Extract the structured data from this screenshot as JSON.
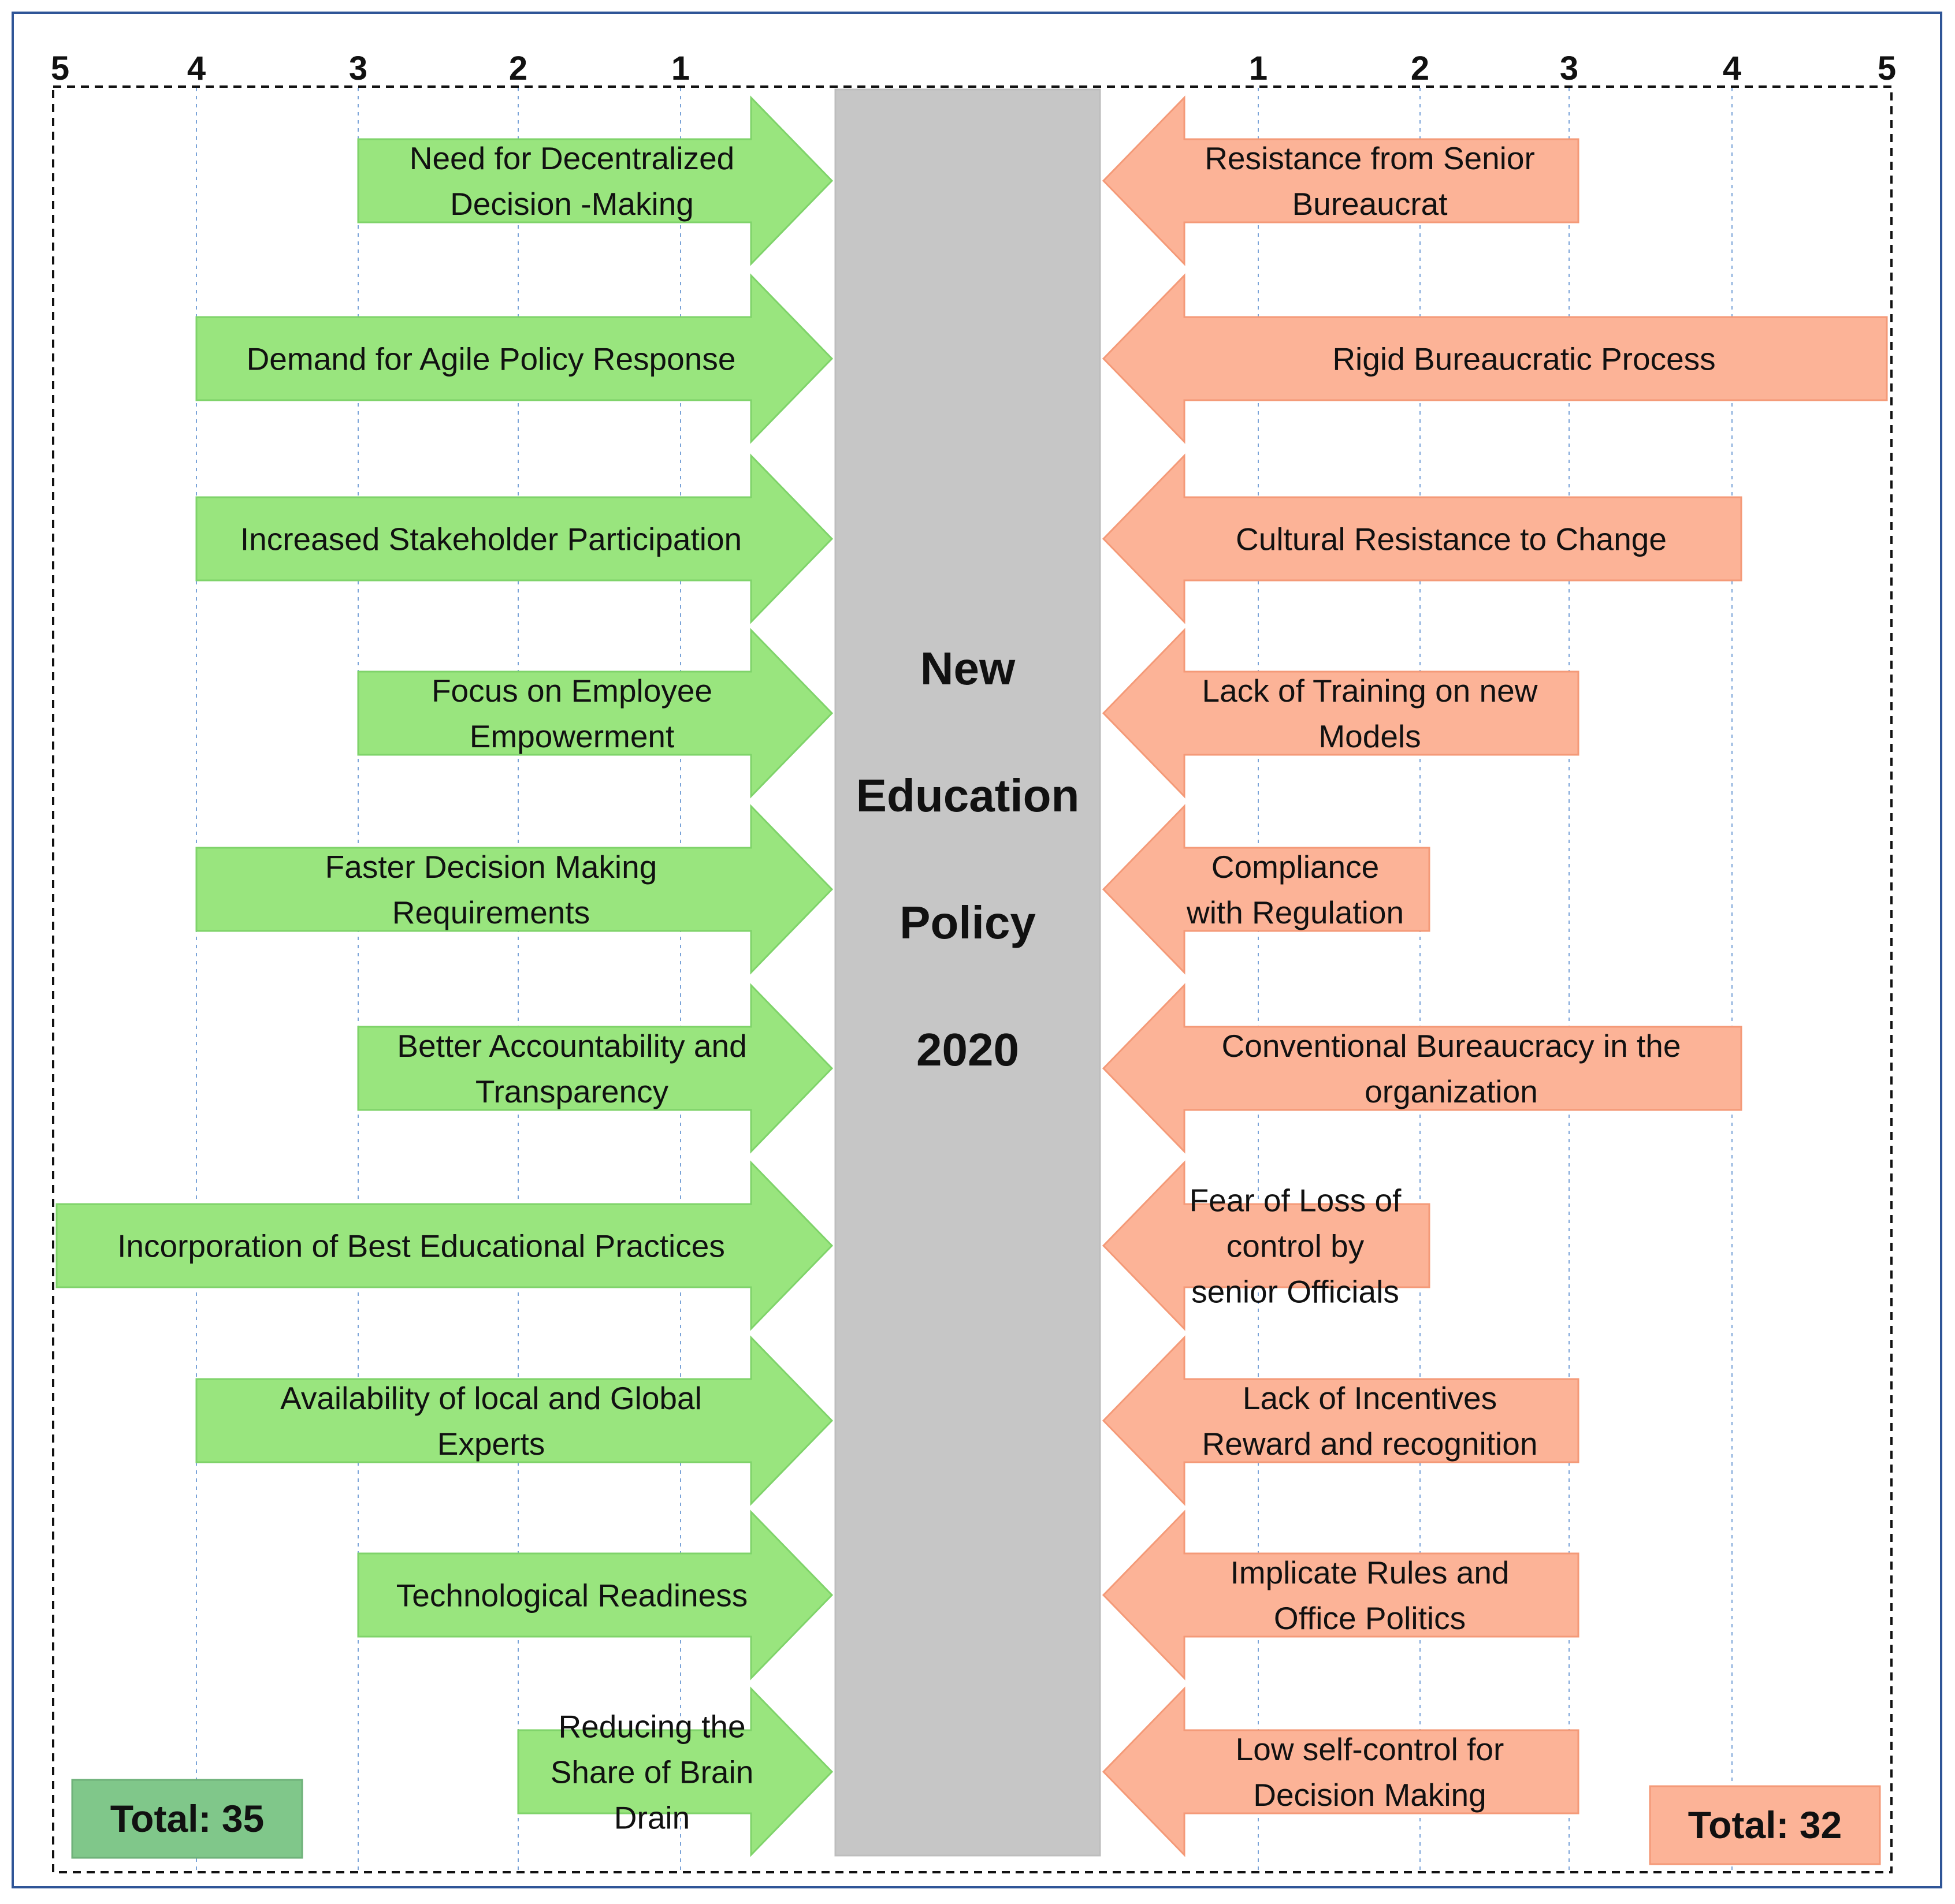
{
  "scale": {
    "left_ticks": [
      "5",
      "4",
      "3",
      "2",
      "1"
    ],
    "right_ticks": [
      "1",
      "2",
      "3",
      "4",
      "5"
    ]
  },
  "center": {
    "lines": [
      "New",
      "Education",
      "Policy",
      "2020"
    ]
  },
  "driving_forces": [
    {
      "score": 3,
      "lines": [
        "Need for Decentralized",
        "Decision -Making"
      ]
    },
    {
      "score": 4,
      "lines": [
        "Demand for Agile Policy Response"
      ]
    },
    {
      "score": 4,
      "lines": [
        "Increased Stakeholder Participation"
      ]
    },
    {
      "score": 3,
      "lines": [
        "Focus on Employee",
        "Empowerment"
      ]
    },
    {
      "score": 4,
      "lines": [
        "Faster Decision Making",
        "Requirements"
      ]
    },
    {
      "score": 3,
      "lines": [
        "Better Accountability and",
        "Transparency"
      ]
    },
    {
      "score": 5,
      "lines": [
        "Incorporation of Best Educational Practices"
      ]
    },
    {
      "score": 4,
      "lines": [
        "Availability of local and Global",
        "Experts"
      ]
    },
    {
      "score": 3,
      "lines": [
        "Technological Readiness"
      ]
    },
    {
      "score": 2,
      "lines": [
        "Reducing the",
        "Share of Brain",
        "Drain"
      ]
    }
  ],
  "restraining_forces": [
    {
      "score": 3,
      "lines": [
        "Resistance from Senior",
        "Bureaucrat"
      ]
    },
    {
      "score": 5,
      "lines": [
        "Rigid Bureaucratic Process"
      ]
    },
    {
      "score": 4,
      "lines": [
        "Cultural Resistance to Change"
      ]
    },
    {
      "score": 3,
      "lines": [
        "Lack of Training on new",
        "Models"
      ]
    },
    {
      "score": 2,
      "lines": [
        "Compliance",
        "with Regulation"
      ]
    },
    {
      "score": 4,
      "lines": [
        "Conventional Bureaucracy in the",
        "organization"
      ]
    },
    {
      "score": 2,
      "lines": [
        "Fear of Loss of",
        "control by",
        "senior Officials"
      ]
    },
    {
      "score": 3,
      "lines": [
        "Lack of Incentives",
        "Reward and recognition"
      ]
    },
    {
      "score": 3,
      "lines": [
        "Implicate Rules and",
        "Office Politics"
      ]
    },
    {
      "score": 3,
      "lines": [
        "Low self-control for",
        "Decision Making"
      ]
    }
  ],
  "totals": {
    "left": "Total: 35",
    "right": "Total: 32"
  },
  "colors": {
    "driving_fill": "#99e57e",
    "driving_stroke": "#7fd36a",
    "restraining_fill": "#fcb397",
    "restraining_stroke": "#f49a78",
    "center_fill": "#c6c6c6",
    "left_total_fill": "#80c78a",
    "right_total_fill": "#fcb397",
    "gridline": "#7aa3d8",
    "frame": "#2f5597"
  }
}
